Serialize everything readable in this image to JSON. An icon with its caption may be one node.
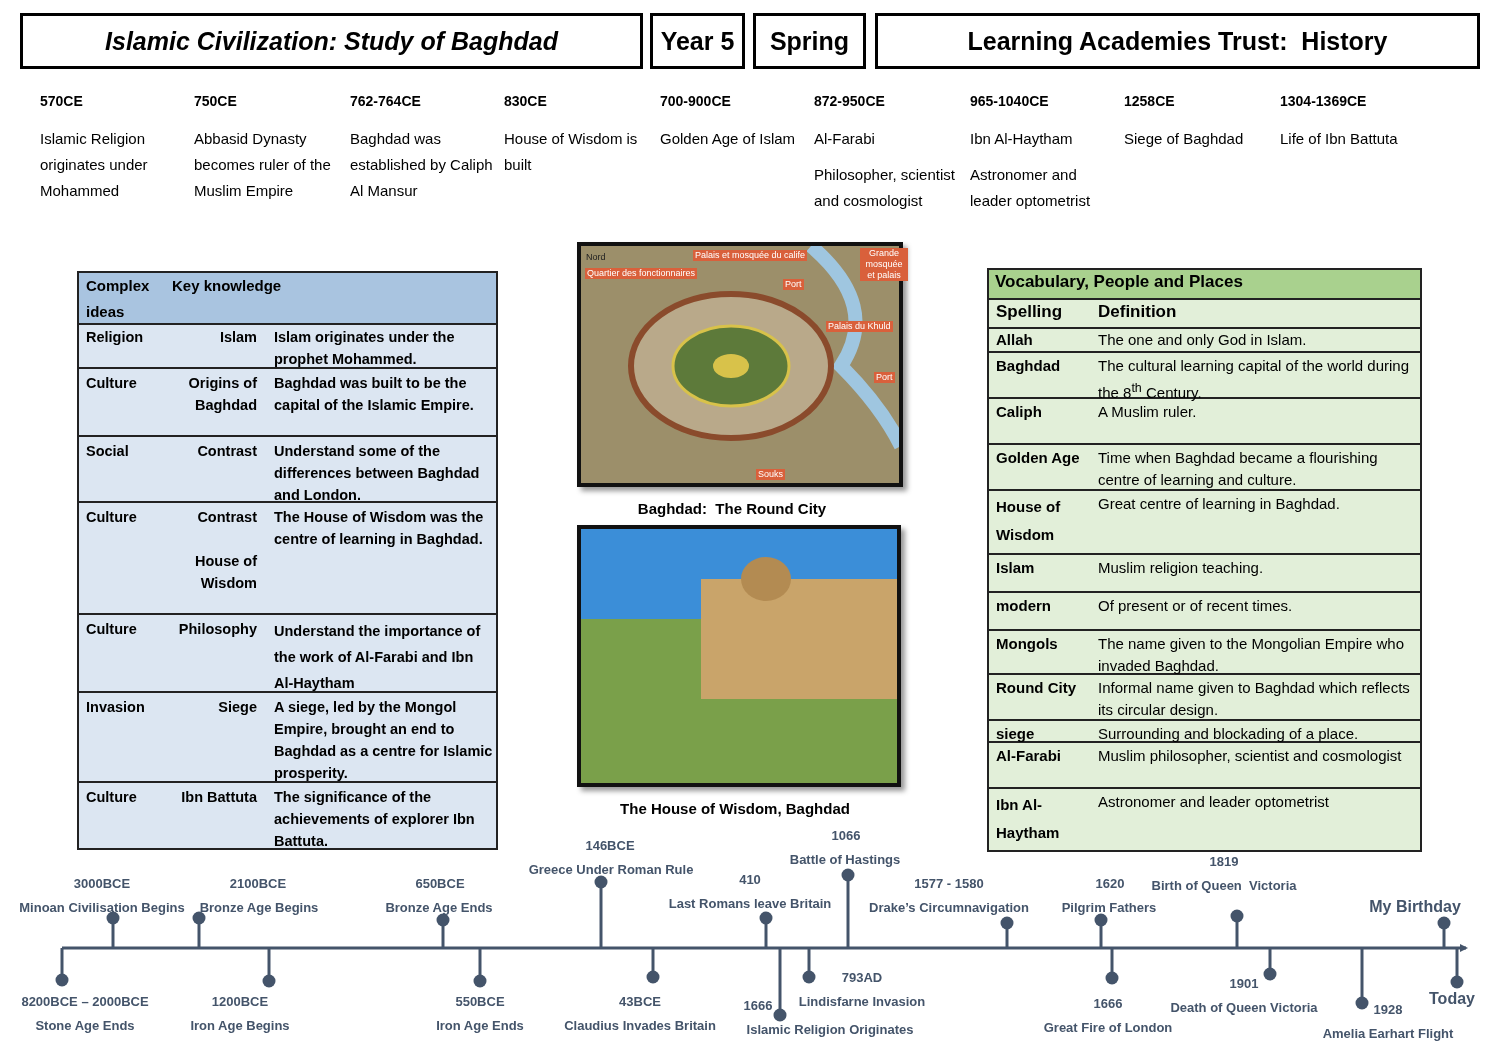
{
  "diagram": {
    "nodes": [
      {
        "text": [
          "Islamic Civilization: Study of Baghdad"
        ]
      },
      {
        "text": [
          "Year 5"
        ]
      },
      {
        "text": [
          "Spring"
        ]
      },
      {
        "text": [
          "Learning Academies Trust:  History"
        ]
      },
      {
        "text": [],
        "shape": "picture",
        "beside": [
          "Baghdad:  The Round City"
        ]
      },
      {
        "text": [],
        "shape": "picture",
        "beside": [
          "The House of Wisdom, Baghdad"
        ]
      }
    ],
    "labels": [
      "570CE",
      "Islamic Religion originates under Mohammed",
      "750CE",
      "Abbasid Dynasty becomes ruler of the Muslim Empire",
      "762-764CE",
      "Baghdad was established by Caliph Al Mansur",
      "830CE",
      "House of Wisdom is built",
      "700-900CE",
      "Golden Age of Islam",
      "872-950CE",
      "Al-Farabi",
      "Philosopher, scientist and cosmologist",
      "965-1040CE",
      "Ibn Al-Haytham",
      "Astronomer and leader optometrist",
      "1258CE",
      "Siege of Baghdad",
      "1304-1369CE",
      "Life of Ibn Battuta",
      "Complex ideas",
      "Key knowledge",
      "Religion",
      "Islam",
      "Islam originates under the prophet Mohammed.",
      "Culture",
      "Origins of Baghdad",
      "Baghdad was built to be the capital of the Islamic Empire.",
      "Social",
      "Contrast",
      "Understand some of the differences between Baghdad and London.",
      "Culture",
      "Contrast",
      "House of Wisdom",
      "The House of Wisdom was the centre of learning in Baghdad.",
      "Culture",
      "Philosophy",
      "Understand the importance of the work of Al-Farabi and Ibn Al-Haytham",
      "Invasion",
      "Siege",
      "A siege, led by the Mongol Empire, brought an end to Baghdad as a centre for Islamic prosperity.",
      "Culture",
      "Ibn Battuta",
      "The significance of the achievements of explorer Ibn Battuta.",
      "Nord",
      "Palais et mosquée du calife",
      "Quartier des fonctionnaires",
      "Grande mosquée et palais",
      "Port",
      "Palais du Khuld",
      "Port",
      "Souks",
      "Vocabulary, People and Places",
      "Spelling",
      "Definition",
      "Allah",
      "The one and only God in Islam.",
      "Baghdad",
      "The cultural learning capital of the world during the 8$^{th}$ Century.",
      "Caliph",
      "A Muslim ruler.",
      "Golden Age",
      "Time when Baghdad became a flourishing centre of learning and culture.",
      "House of Wisdom",
      "Great centre of learning in Baghdad.",
      "Islam",
      "Muslim religion teaching.",
      "modern",
      "Of present or of recent times.",
      "Mongols",
      "The name given to the Mongolian Empire who invaded Baghdad.",
      "Round City",
      "Informal name given to Baghdad which reflects its circular design.",
      "siege",
      "Surrounding and blockading of a place.",
      "Al-Farabi",
      "Muslim philosopher, scientist and cosmologist",
      "Ibn Al-Haytham",
      "Astronomer and leader optometrist",
      "3000BCE",
      "Minoan Civilisation Begins",
      "2100BCE",
      "Bronze Age Begins",
      "650BCE",
      "Bronze Age Ends",
      "146BCE",
      "Greece Under Roman Rule",
      "410",
      "Last Romans leave Britain",
      "1066",
      "Battle of Hastings",
      "1577 - 1580",
      "Drake’s Circumnavigation",
      "1620",
      "Pilgrim Fathers",
      "1819",
      "Birth of Queen  Victoria",
      "My Birthday",
      "8200BCE – 2000BCE",
      "Stone Age Ends",
      "1200BCE",
      "Iron Age Begins",
      "550BCE",
      "Iron Age Ends",
      "43BCE",
      "Claudius Invades Britain",
      "1666",
      "Islamic Religion Originates",
      "793AD",
      "Lindisfarne Invasion",
      "1666",
      "Great Fire of London",
      "1901",
      "Death of Queen Victoria",
      "1928",
      "Amelia Earhart Flight",
      "Today"
    ]
  }
}
